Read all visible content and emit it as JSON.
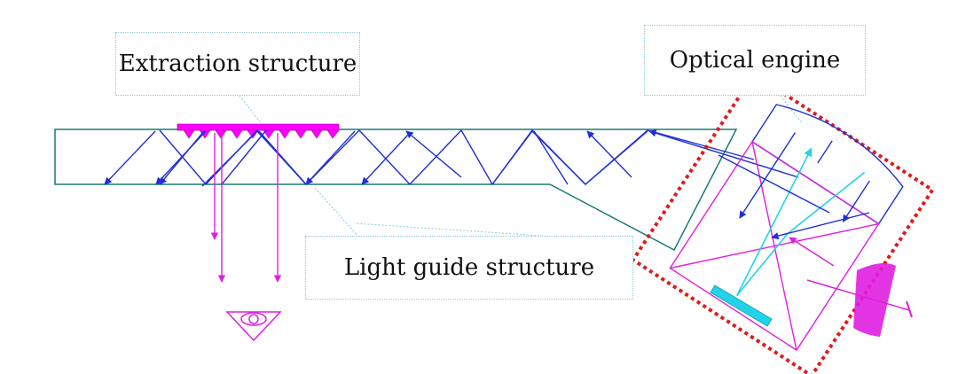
{
  "labels": {
    "extraction": "Extraction structure",
    "engine": "Optical engine",
    "guide": "Light guide structure"
  },
  "colors": {
    "light_guide": "#1a7a70",
    "ray_blue": "#1f2fd6",
    "ray_magenta": "#e01ee0",
    "ray_cyan": "#22d3e8",
    "extraction": "#ff00ff",
    "engine_box": "#e01a1a",
    "callout_border": "#8ec8e0"
  },
  "icons": [
    "eye-icon",
    "eyepiece-lens-icon",
    "display-panel-icon"
  ]
}
